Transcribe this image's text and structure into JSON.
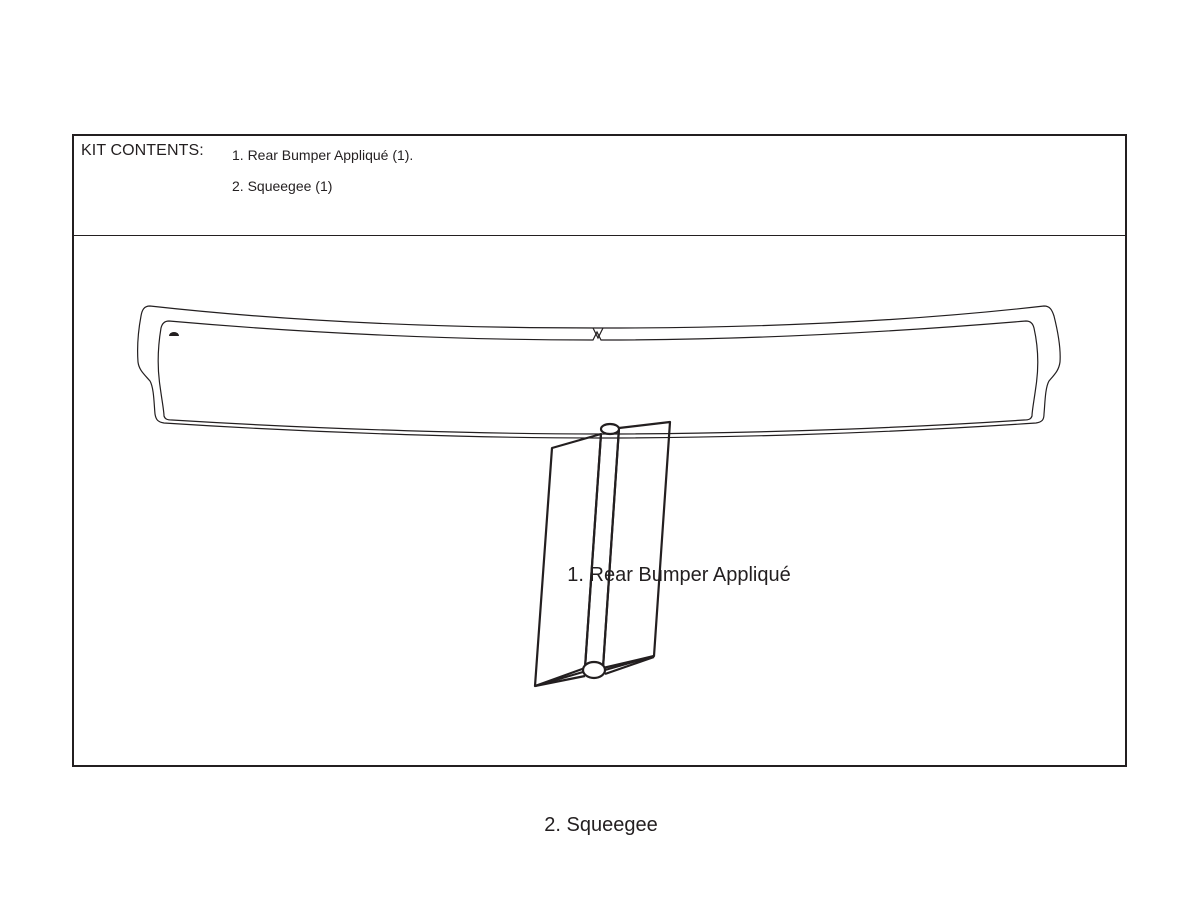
{
  "kit_contents": {
    "label": "KIT CONTENTS:",
    "items": [
      "1. Rear Bumper Appliqué (1).",
      "2. Squeegee (1)"
    ]
  },
  "illustrations": {
    "bumper": {
      "caption": "1. Rear Bumper Appliqué",
      "icon": "rear-bumper-applique-drawing"
    },
    "squeegee": {
      "caption": "2. Squeegee",
      "icon": "squeegee-drawing"
    }
  },
  "colors": {
    "line": "#231f20",
    "background": "#ffffff"
  }
}
